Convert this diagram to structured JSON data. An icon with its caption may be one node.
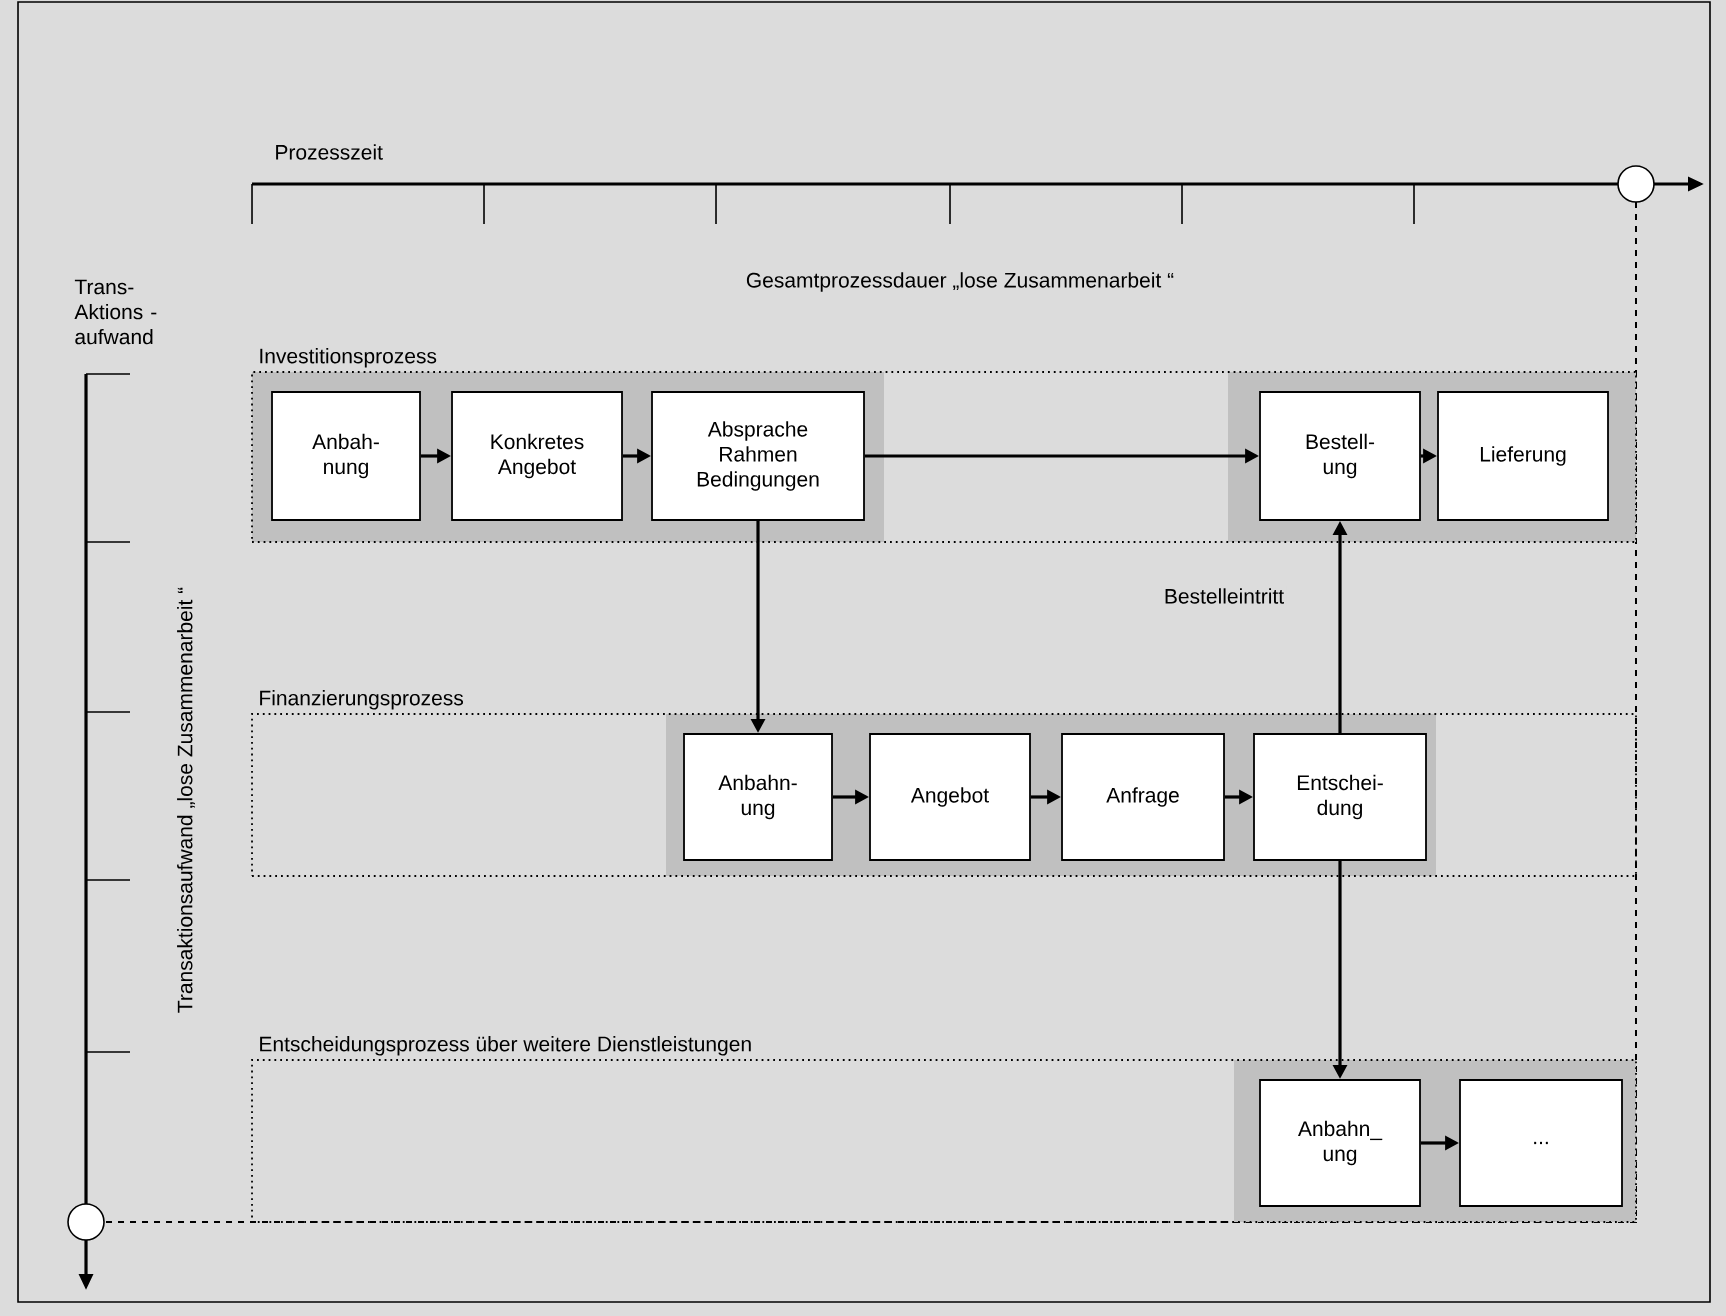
{
  "diagram": {
    "nodes": [
      {
        "text": [
          "Investitionsprozess"
        ]
      },
      {
        "text": [
          "Anbah- nung"
        ],
        "in": 0
      },
      {
        "text": [
          "Konkretes Angebot"
        ],
        "in": 0
      },
      {
        "text": [
          "Absprache Rahmen Bedingungen"
        ],
        "in": 0
      },
      {
        "text": [
          "Bestell- ung"
        ],
        "in": 0
      },
      {
        "text": [
          "Lieferung"
        ],
        "in": 0
      },
      {
        "text": [
          "Finanzierungsprozess"
        ]
      },
      {
        "text": [
          "Anbahn- ung"
        ],
        "in": 6
      },
      {
        "text": [
          "Angebot"
        ],
        "in": 6
      },
      {
        "text": [
          "Anfrage"
        ],
        "in": 6
      },
      {
        "text": [
          "Entschei- dung"
        ],
        "in": 6
      },
      {
        "text": [
          "Entscheidungsprozess  über weitere Dienstleistungen"
        ]
      },
      {
        "text": [
          "Anbahn_ ung"
        ],
        "in": 11
      },
      {
        "text": [
          "..."
        ],
        "in": 11
      }
    ],
    "edges": [
      {
        "from": 1,
        "to": 2,
        "arrow": "to"
      },
      {
        "from": 2,
        "to": 3,
        "arrow": "to"
      },
      {
        "from": 3,
        "to": 4,
        "arrow": "to"
      },
      {
        "from": 4,
        "to": 5,
        "arrow": "to"
      },
      {
        "from": 3,
        "to": 7,
        "arrow": "to"
      },
      {
        "from": 7,
        "to": 8,
        "arrow": "to"
      },
      {
        "from": 8,
        "to": 9,
        "arrow": "to"
      },
      {
        "from": 9,
        "to": 10,
        "arrow": "to"
      },
      {
        "from": 10,
        "to": 4,
        "arrow": "to",
        "label": "Bestelleintritt"
      },
      {
        "from": 10,
        "to": 12,
        "arrow": "to"
      },
      {
        "from": 12,
        "to": 13,
        "arrow": "to"
      }
    ],
    "labels": [
      "Prozesszeit",
      "Trans- Aktions - aufwand",
      "Gesamtprozessdauer „lose Zusammenarbeit “",
      "Transaktionsaufwand  „lose Zusammenarbeit “"
    ]
  }
}
